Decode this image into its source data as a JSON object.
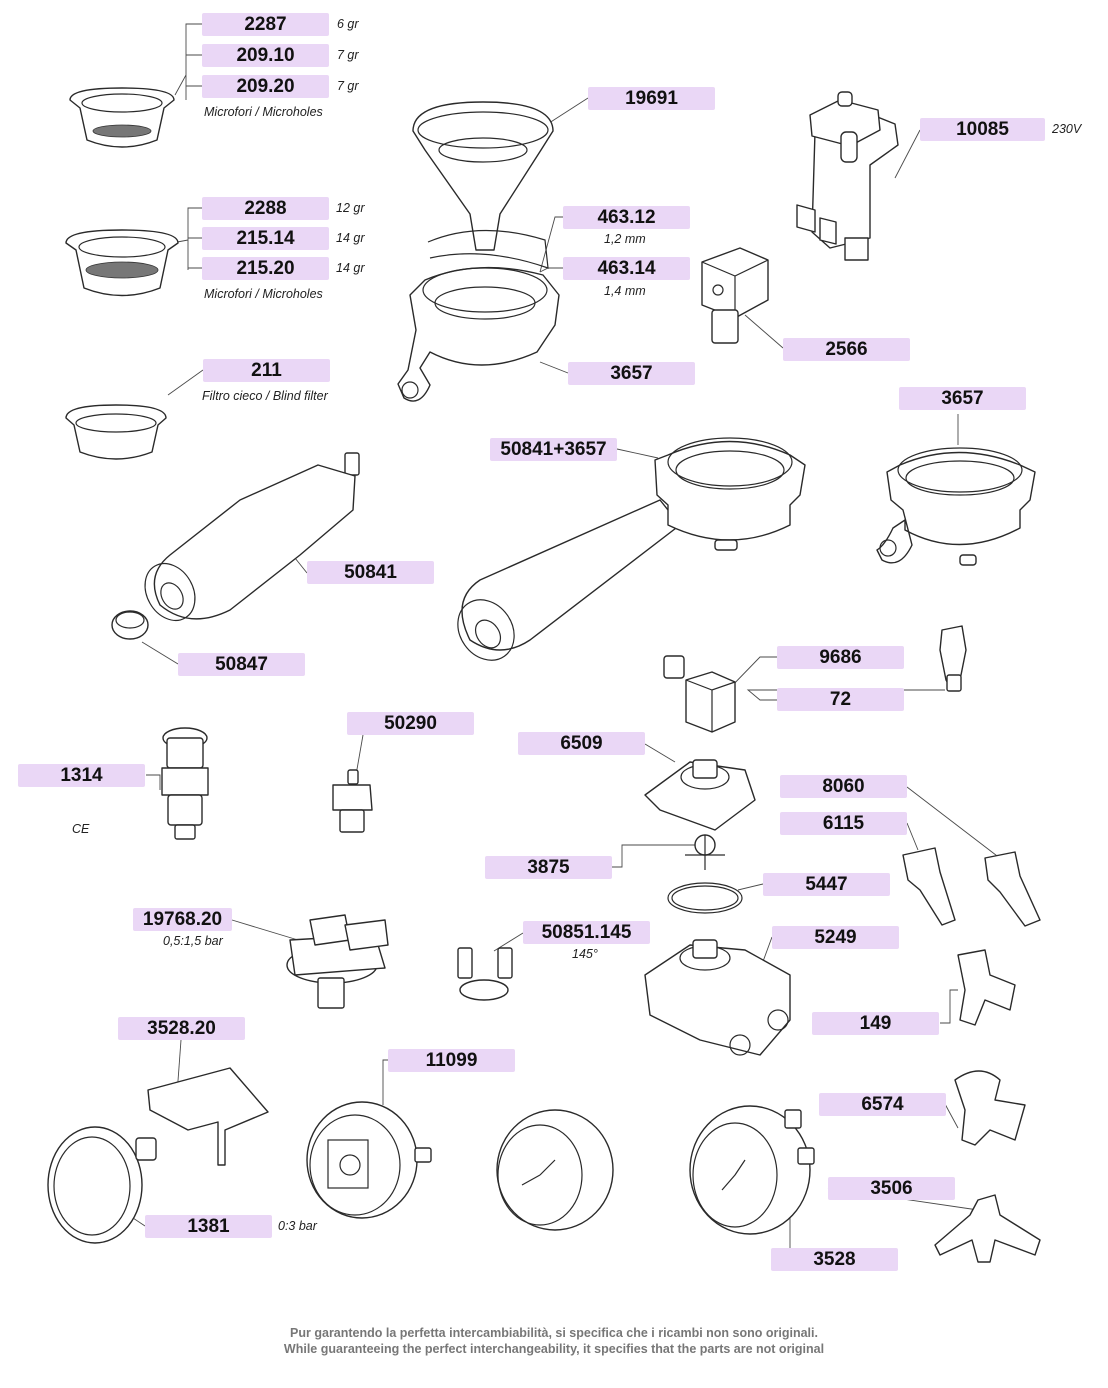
{
  "parts": {
    "p2287": "2287",
    "p209_10": "209.10",
    "p209_20": "209.20",
    "p2288": "2288",
    "p215_14": "215.14",
    "p215_20": "215.20",
    "p211": "211",
    "p19691": "19691",
    "p10085": "10085",
    "p463_12": "463.12",
    "p463_14": "463.14",
    "p2566": "2566",
    "p3657a": "3657",
    "p3657b": "3657",
    "p50841_3657": "50841+3657",
    "p50841": "50841",
    "p50847": "50847",
    "p9686": "9686",
    "p72": "72",
    "p6509": "6509",
    "p1314": "1314",
    "p50290": "50290",
    "p8060": "8060",
    "p6115": "6115",
    "p3875": "3875",
    "p5447": "5447",
    "p19768_20": "19768.20",
    "p50851_145": "50851.145",
    "p5249": "5249",
    "p149": "149",
    "p3528_20": "3528.20",
    "p11099": "11099",
    "p6574": "6574",
    "p3506": "3506",
    "p1381": "1381",
    "p3528": "3528"
  },
  "notes": {
    "g6": "6 gr",
    "g7a": "7 gr",
    "g7b": "7 gr",
    "micro1": "Microfori / Microholes",
    "g12": "12 gr",
    "g14a": "14 gr",
    "g14b": "14 gr",
    "micro2": "Microfori / Microholes",
    "blind": "Filtro cieco / Blind filter",
    "v230": "230V",
    "mm12": "1,2 mm",
    "mm14": "1,4 mm",
    "ce": "CE",
    "bar05": "0,5:1,5 bar",
    "deg145": "145°",
    "bar03": "0:3 bar"
  },
  "disclaimer": {
    "it": "Pur garantendo la perfetta intercambiabilità, si specifica che i ricambi non sono originali.",
    "en": "While guaranteeing the perfect interchangeability, it specifies that the parts are not original"
  }
}
